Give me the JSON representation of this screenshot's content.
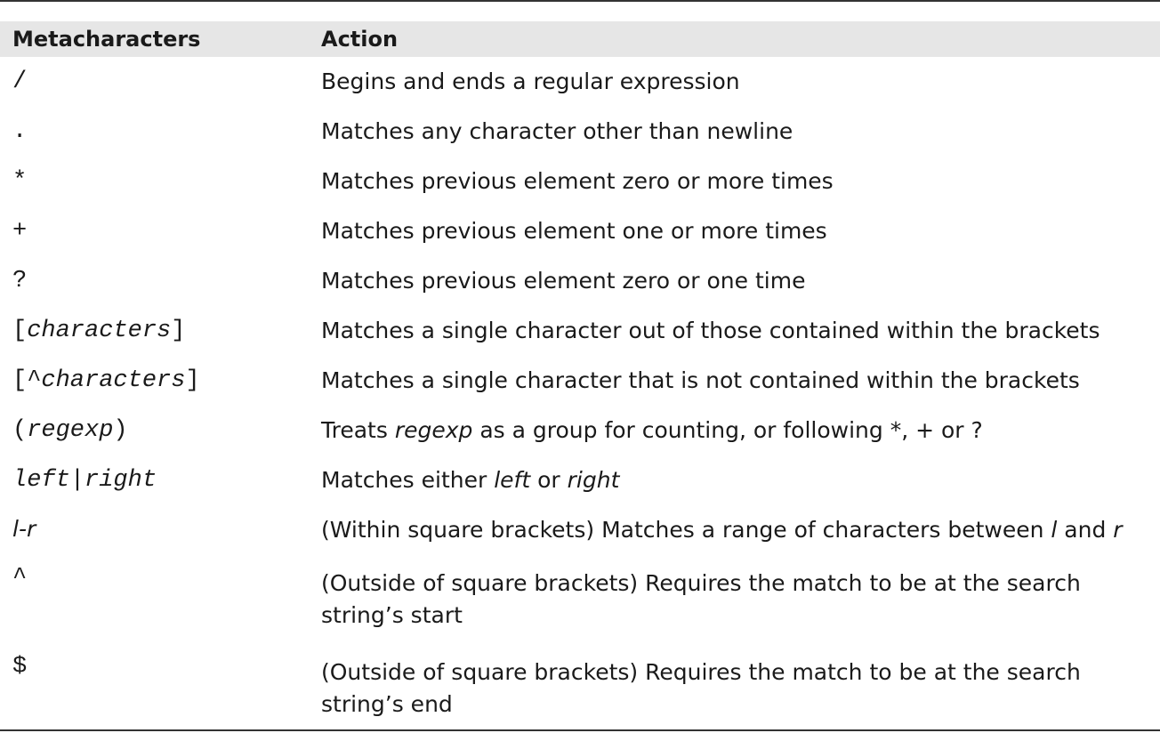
{
  "table": {
    "headers": {
      "metacharacters": "Metacharacters",
      "action": "Action"
    },
    "rows": [
      {
        "meta": "/",
        "action": "Begins and ends a regular expression"
      },
      {
        "meta": ".",
        "action": "Matches any character other than newline"
      },
      {
        "meta": "*",
        "action": "Matches previous element zero or more times"
      },
      {
        "meta": "+",
        "action": "Matches previous element one or more times"
      },
      {
        "meta": "?",
        "action": "Matches previous element zero or one time"
      },
      {
        "meta_pre": "[",
        "meta_it": "characters",
        "meta_post": "]",
        "action": "Matches a single character out of those contained within the brackets"
      },
      {
        "meta_pre": "[^",
        "meta_it": "characters",
        "meta_post": "]",
        "action": "Matches a single character that is not contained within the brackets"
      },
      {
        "meta_pre": "(",
        "meta_it": "regexp",
        "meta_post": ")",
        "action_pre": "Treats ",
        "action_it": "regexp",
        "action_post": " as a group for counting, or following *, + or ?"
      },
      {
        "meta_it1": "left",
        "meta_sep": "|",
        "meta_it2": "right",
        "action_pre": "Matches either ",
        "action_it1": "left",
        "action_mid": " or ",
        "action_it2": "right"
      },
      {
        "meta_l": "l",
        "meta_dash": "-",
        "meta_r": "r",
        "action_pre": "(Within square brackets) Matches a range of characters between ",
        "action_it1": "l",
        "action_mid": " and ",
        "action_it2": "r"
      },
      {
        "meta": "^",
        "action": "(Outside of square brackets) Requires the match to be at the search string’s start"
      },
      {
        "meta": "$",
        "action": "(Outside of square brackets) Requires the match to be at the search string’s end"
      }
    ]
  }
}
